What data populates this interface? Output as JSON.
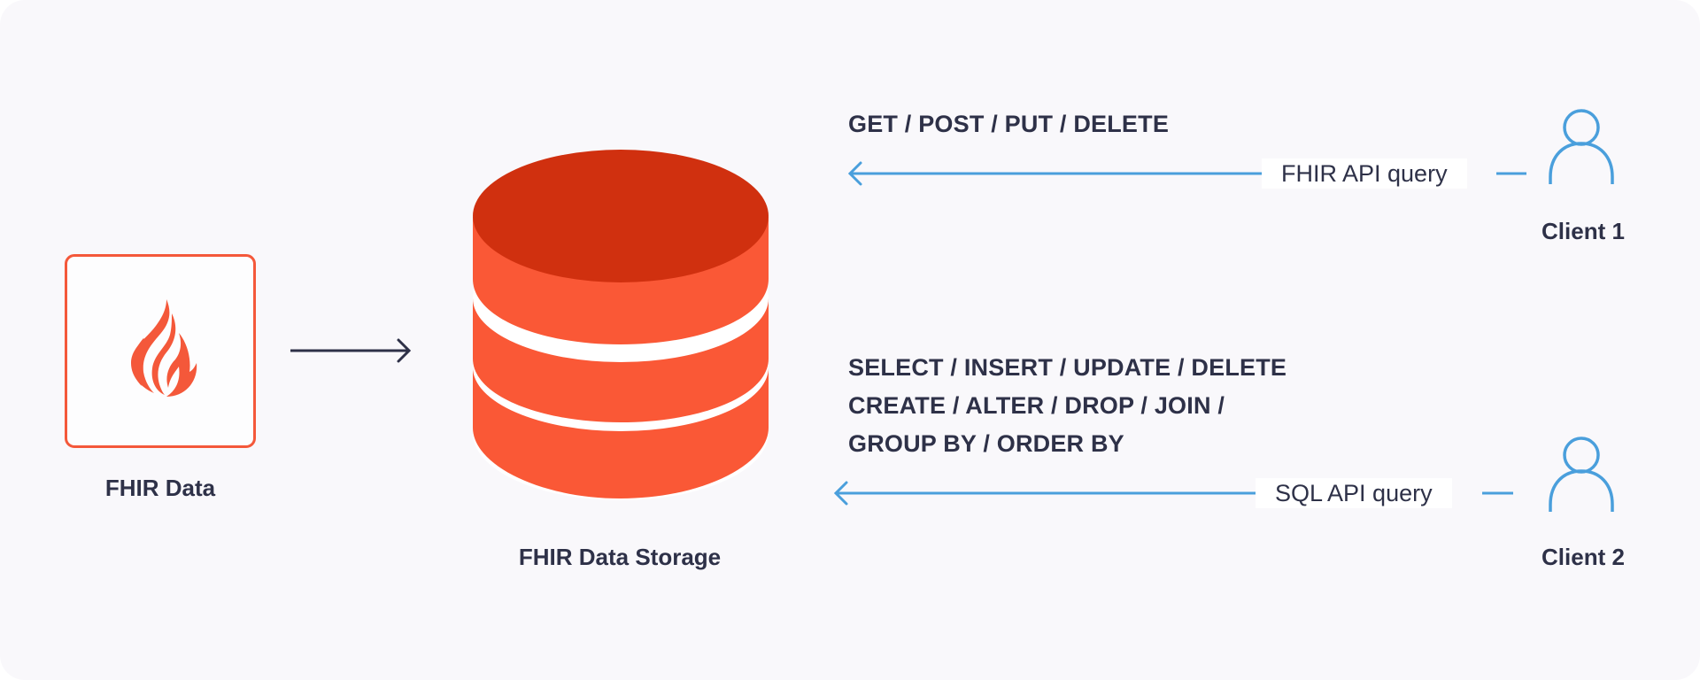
{
  "source": {
    "label": "FHIR Data",
    "icon": "fhir-flame-icon"
  },
  "storage": {
    "label": "FHIR Data Storage",
    "icon": "database-icon"
  },
  "clients": [
    {
      "name": "Client 1",
      "query_label": "FHIR API query",
      "operations": [
        "GET / POST / PUT / DELETE"
      ]
    },
    {
      "name": "Client 2",
      "query_label": "SQL API query",
      "operations": [
        "SELECT / INSERT / UPDATE / DELETE",
        "CREATE / ALTER / DROP / JOIN /",
        "GROUP BY / ORDER BY"
      ]
    }
  ],
  "colors": {
    "accent": "#fa5836",
    "accent_dark": "#d0300f",
    "link": "#4a9fdc",
    "text": "#2e3148",
    "background": "#f9f8fb"
  }
}
